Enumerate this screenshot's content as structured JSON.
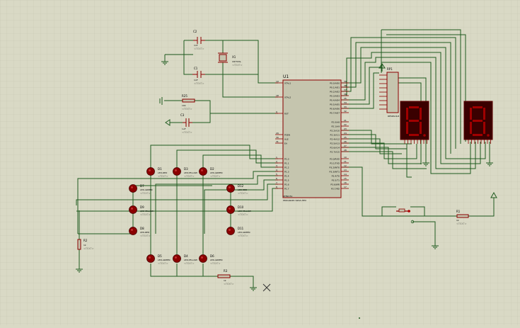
{
  "mcu": {
    "ref": "U1",
    "part": "AT89C51",
    "program": "PROGRAM=SZGS.HEX",
    "left_pins": [
      {
        "name": "XTAL1",
        "num": "19"
      },
      {
        "name": "XTAL2",
        "num": "18"
      },
      {
        "name": "RST",
        "num": "9"
      },
      {
        "name": "PSEN",
        "num": "29"
      },
      {
        "name": "ALE",
        "num": "30"
      },
      {
        "name": "EA",
        "num": "31"
      },
      {
        "name": "P1.0",
        "num": "1"
      },
      {
        "name": "P1.1",
        "num": "2"
      },
      {
        "name": "P1.2",
        "num": "3"
      },
      {
        "name": "P1.3",
        "num": "4"
      },
      {
        "name": "P1.4",
        "num": "5"
      },
      {
        "name": "P1.5",
        "num": "6"
      },
      {
        "name": "P1.6",
        "num": "7"
      },
      {
        "name": "P1.7",
        "num": "8"
      }
    ],
    "right_pins": [
      {
        "name": "P0.0/AD0",
        "num": "39"
      },
      {
        "name": "P0.1/AD1",
        "num": "38"
      },
      {
        "name": "P0.2/AD2",
        "num": "37"
      },
      {
        "name": "P0.3/AD3",
        "num": "36"
      },
      {
        "name": "P0.4/AD4",
        "num": "35"
      },
      {
        "name": "P0.5/AD5",
        "num": "34"
      },
      {
        "name": "P0.6/AD6",
        "num": "33"
      },
      {
        "name": "P0.7/AD7",
        "num": "32"
      },
      {
        "name": "P2.0/A8",
        "num": "21"
      },
      {
        "name": "P2.1/A9",
        "num": "22"
      },
      {
        "name": "P2.2/A10",
        "num": "23"
      },
      {
        "name": "P2.3/A11",
        "num": "24"
      },
      {
        "name": "P2.4/A12",
        "num": "25"
      },
      {
        "name": "P2.5/A13",
        "num": "26"
      },
      {
        "name": "P2.6/A14",
        "num": "27"
      },
      {
        "name": "P2.7/A15",
        "num": "28"
      },
      {
        "name": "P3.0/RXD",
        "num": "10"
      },
      {
        "name": "P3.1/TXD",
        "num": "11"
      },
      {
        "name": "P3.2/INT0",
        "num": "12"
      },
      {
        "name": "P3.3/INT1",
        "num": "13"
      },
      {
        "name": "P3.4/T0",
        "num": "14"
      },
      {
        "name": "P3.5/T1",
        "num": "15"
      },
      {
        "name": "P3.6/WR",
        "num": "16"
      },
      {
        "name": "P3.7/RD",
        "num": "17"
      }
    ]
  },
  "crystal": {
    "ref": "X1",
    "part": "CRYSTAL"
  },
  "capacitors": [
    {
      "ref": "C2",
      "value": "1nF"
    },
    {
      "ref": "C1",
      "value": "1nF"
    },
    {
      "ref": "C3",
      "value": "1uF"
    }
  ],
  "resistors": [
    {
      "ref": "R25",
      "value": "10k"
    },
    {
      "ref": "R2",
      "value": "1k"
    },
    {
      "ref": "R3",
      "value": "1k"
    },
    {
      "ref": "R1",
      "value": "1k"
    }
  ],
  "respack": {
    "ref": "RP1",
    "part": "RESPACK-8"
  },
  "text_placeholder": "<TEXT>",
  "leds": [
    {
      "ref": "D1",
      "color": "LED-RED"
    },
    {
      "ref": "D3",
      "color": "LED-YELLOW"
    },
    {
      "ref": "D2",
      "color": "LED-GREEN"
    },
    {
      "ref": "D7",
      "color": "LED-GREEN"
    },
    {
      "ref": "D12",
      "color": "LED-RED"
    },
    {
      "ref": "D9",
      "color": "LED-YELLOW"
    },
    {
      "ref": "D10",
      "color": "LED-YELLOW"
    },
    {
      "ref": "D8",
      "color": "LED-RED"
    },
    {
      "ref": "D11",
      "color": "LED-GREEN"
    },
    {
      "ref": "D5",
      "color": "LED-GREEN"
    },
    {
      "ref": "D4",
      "color": "LED-YELLOW"
    },
    {
      "ref": "D6",
      "color": "LED-GREEN"
    }
  ],
  "colors": {
    "background": "#d9d9c5",
    "grid": "#c6c6b1",
    "wire": "#1f5a1f",
    "component": "#8b0000",
    "chip_fill": "#c5c5ae",
    "led": "#8b0000",
    "display": "#3a0000"
  }
}
